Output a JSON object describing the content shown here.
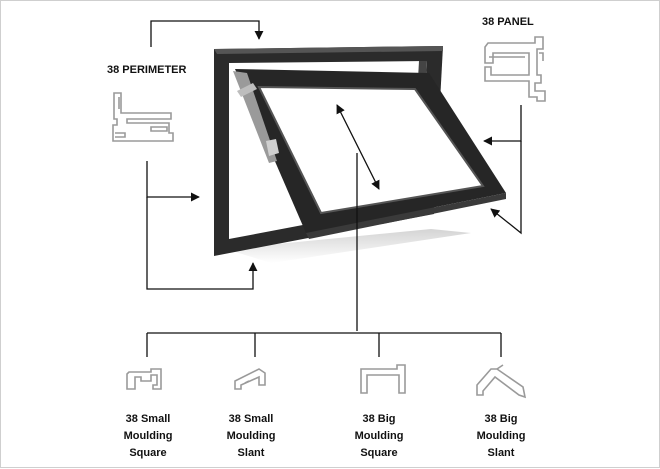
{
  "labels": {
    "perimeter": "38 PERIMETER",
    "panel": "38 PANEL"
  },
  "mouldings": [
    {
      "line1": "38 Small",
      "line2": "Moulding",
      "line3": "Square"
    },
    {
      "line1": "38 Small",
      "line2": "Moulding",
      "line3": "Slant"
    },
    {
      "line1": "38 Big",
      "line2": "Moulding",
      "line3": "Square"
    },
    {
      "line1": "38 Big",
      "line2": "Moulding",
      "line3": "Slant"
    }
  ],
  "colors": {
    "line": "#111111",
    "frame": "#2b2b2b",
    "profile": "#9a9a9a",
    "glass": "#ffffff"
  }
}
